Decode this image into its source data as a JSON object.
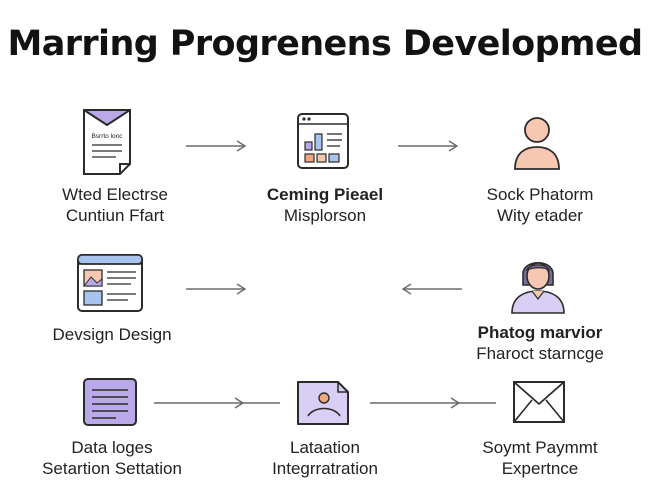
{
  "title": "Marring Progrenens Developmed",
  "nodes": [
    {
      "icon": "document-icon",
      "icon_text": "Bsrrto lonc",
      "line1": "Wted Electrse",
      "line2": "Cuntiun Ffart"
    },
    {
      "icon": "chart-window-icon",
      "line1": "Ceming Pieael",
      "line2": "Misplorson"
    },
    {
      "icon": "user-icon",
      "line1": "Sock Phatorm",
      "line2": "Wity etader"
    },
    {
      "icon": "browser-window-icon",
      "line1": "Devsign Design",
      "line2": ""
    },
    {
      "icon": "user-avatar-icon",
      "line1": "Phatog marvior",
      "line2": "Fharoct starncge"
    },
    {
      "icon": "list-card-icon",
      "line1": "Data loges",
      "line2": "Setartion Settation"
    },
    {
      "icon": "image-file-icon",
      "line1": "Lataation",
      "line2": "Integrratration"
    },
    {
      "icon": "envelope-icon",
      "line1": "Soymt Paymmt",
      "line2": "Expertnce"
    }
  ],
  "colors": {
    "stroke": "#2b2b2b",
    "purple": "#b9a9e8",
    "purple_light": "#d9cff5",
    "peach": "#f6c7b1",
    "orange": "#f0a77f",
    "blue": "#a8c4ee",
    "arrow": "#6b6b6b"
  }
}
